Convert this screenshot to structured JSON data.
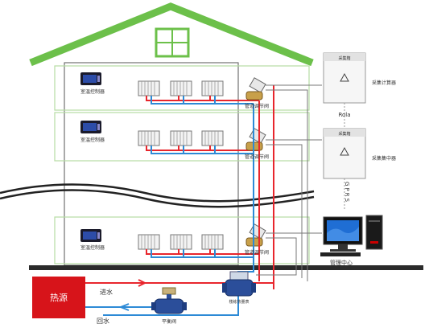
{
  "floors": [
    {
      "controller_label": "室温控制器",
      "valve_label": "管道调节阀"
    },
    {
      "controller_label": "室温控制器",
      "valve_label": "管道调节阀"
    },
    {
      "controller_label": "室温控制器",
      "valve_label": "管道调节阀"
    }
  ],
  "boxes": [
    {
      "title": "采集箱",
      "label": "采集计算器"
    },
    {
      "title": "采集箱",
      "label": "采集集中器"
    }
  ],
  "link_lora": "Rola",
  "link_gprs": "GPRS",
  "management_label": "管理中心",
  "heat_source_label": "热源",
  "supply_label": "进水",
  "return_label": "回水",
  "balance_valve_label": "平衡阀",
  "heat_meter_label": "楼栋热量表",
  "colors": {
    "roof": "#6cc04a",
    "supply_pipe": "#e8262d",
    "return_pipe": "#2d8ad6",
    "heat_source": "#d7141a",
    "floor_frame": "#b6dca4",
    "ground": "#2b2b2b"
  }
}
